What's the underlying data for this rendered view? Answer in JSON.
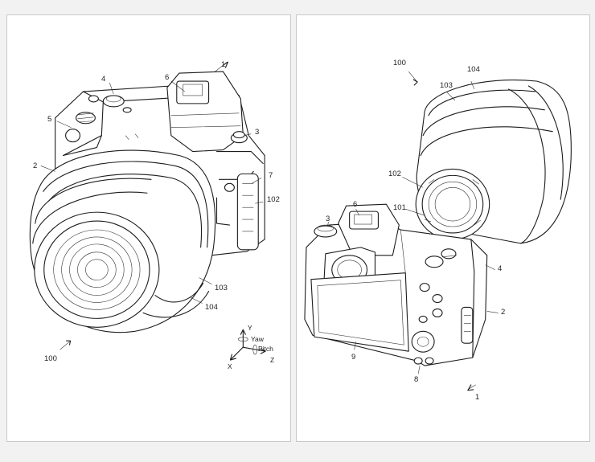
{
  "left": {
    "labels": {
      "l1": "1",
      "l4": "4",
      "l6": "6",
      "l5": "5",
      "l3": "3",
      "l2": "2",
      "l7": "7",
      "l102": "102",
      "l103": "103",
      "l104": "104",
      "l100": "100"
    },
    "axes": {
      "y": "Y",
      "yaw": "Yaw",
      "pitch": "Pitch",
      "z": "Z",
      "x": "X"
    }
  },
  "right": {
    "labels": {
      "l100": "100",
      "l104": "104",
      "l103": "103",
      "l102": "102",
      "l101": "101",
      "l6": "6",
      "l3": "3",
      "l4": "4",
      "l2": "2",
      "l9": "9",
      "l8": "8",
      "l1": "1"
    }
  }
}
